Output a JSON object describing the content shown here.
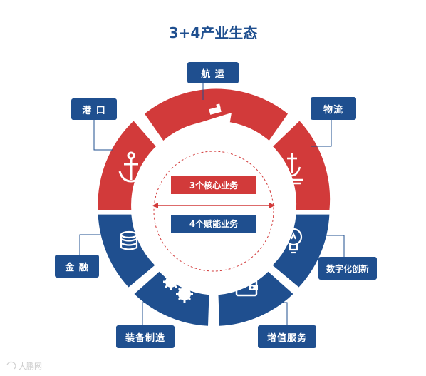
{
  "title": "3+4产业生态",
  "center": {
    "top_label": "3个核心业务",
    "bottom_label": "4个赋能业务"
  },
  "core_segments": [
    {
      "label": "港 口",
      "icon": "anchor-icon"
    },
    {
      "label": "航 运",
      "icon": "ship-icon"
    },
    {
      "label": "物流",
      "icon": "dock-anchor-icon"
    }
  ],
  "enabling_segments": [
    {
      "label": "金 融",
      "icon": "coins-stack-icon"
    },
    {
      "label": "装备制造",
      "icon": "gears-icon"
    },
    {
      "label": "增值服务",
      "icon": "wallet-icon"
    },
    {
      "label": "数字化创新",
      "icon": "lightbulb-icon"
    }
  ],
  "colors": {
    "core": "#d23a3a",
    "enabling": "#1f4f8f",
    "center_red": "#d23a3a",
    "center_blue": "#1f4f8f"
  },
  "watermark": "大鹏网"
}
